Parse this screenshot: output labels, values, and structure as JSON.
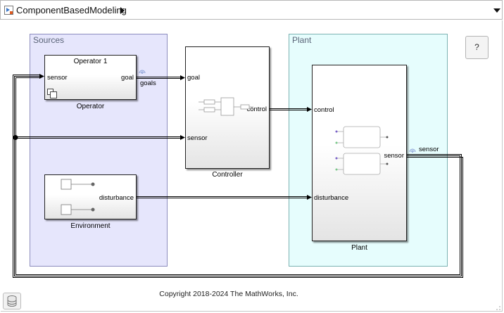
{
  "toolbar": {
    "model_name": "ComponentBasedModeling",
    "model_icon": "simulink-model-icon",
    "breadcrumb_icon": "breadcrumb-arrow-icon",
    "dropdown_icon": "chevron-down-icon"
  },
  "areas": {
    "sources": "Sources",
    "plant": "Plant"
  },
  "blocks": {
    "operator": {
      "title": "Operator 1",
      "in_port": "sensor",
      "out_port": "goal",
      "name": "Operator",
      "badge_icon": "subsystem-reference-icon"
    },
    "controller": {
      "in_goal": "goal",
      "in_sensor": "sensor",
      "out_control": "control",
      "name": "Controller"
    },
    "environment": {
      "out_port": "disturbance",
      "name": "Environment"
    },
    "plant": {
      "in_control": "control",
      "in_disturbance": "disturbance",
      "out_sensor": "sensor",
      "name": "Plant"
    }
  },
  "signals": {
    "goals": "goals",
    "sensor": "sensor"
  },
  "help": "?",
  "copyright": "Copyright 2018-2024 The MathWorks, Inc.",
  "colors": {
    "sources_area": "#e6e6fc",
    "plant_area": "#e6fdfd",
    "wire": "#000000",
    "wifi_icon": "#8aa0d6"
  }
}
